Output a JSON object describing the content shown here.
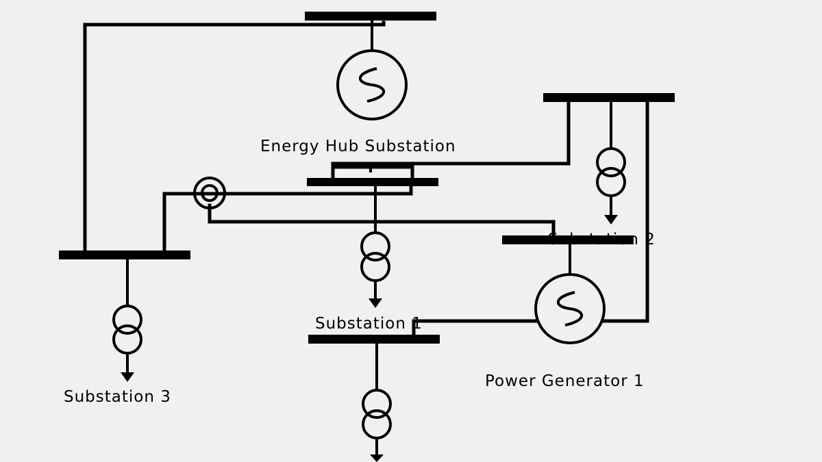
{
  "labels": {
    "energy_hub": "Energy Hub Substation",
    "substation_1": "Substation 1",
    "substation_2": "Substation 2",
    "substation_3": "Substation 3",
    "power_generator_1": "Power Generator 1"
  },
  "colors": {
    "background": "#f0eff1",
    "lines": "#000000"
  },
  "icons": {
    "generator": "generator-icon",
    "transformer": "transformer-icon",
    "load": "load-arrow-icon",
    "junction": "concentric-junction-icon"
  }
}
